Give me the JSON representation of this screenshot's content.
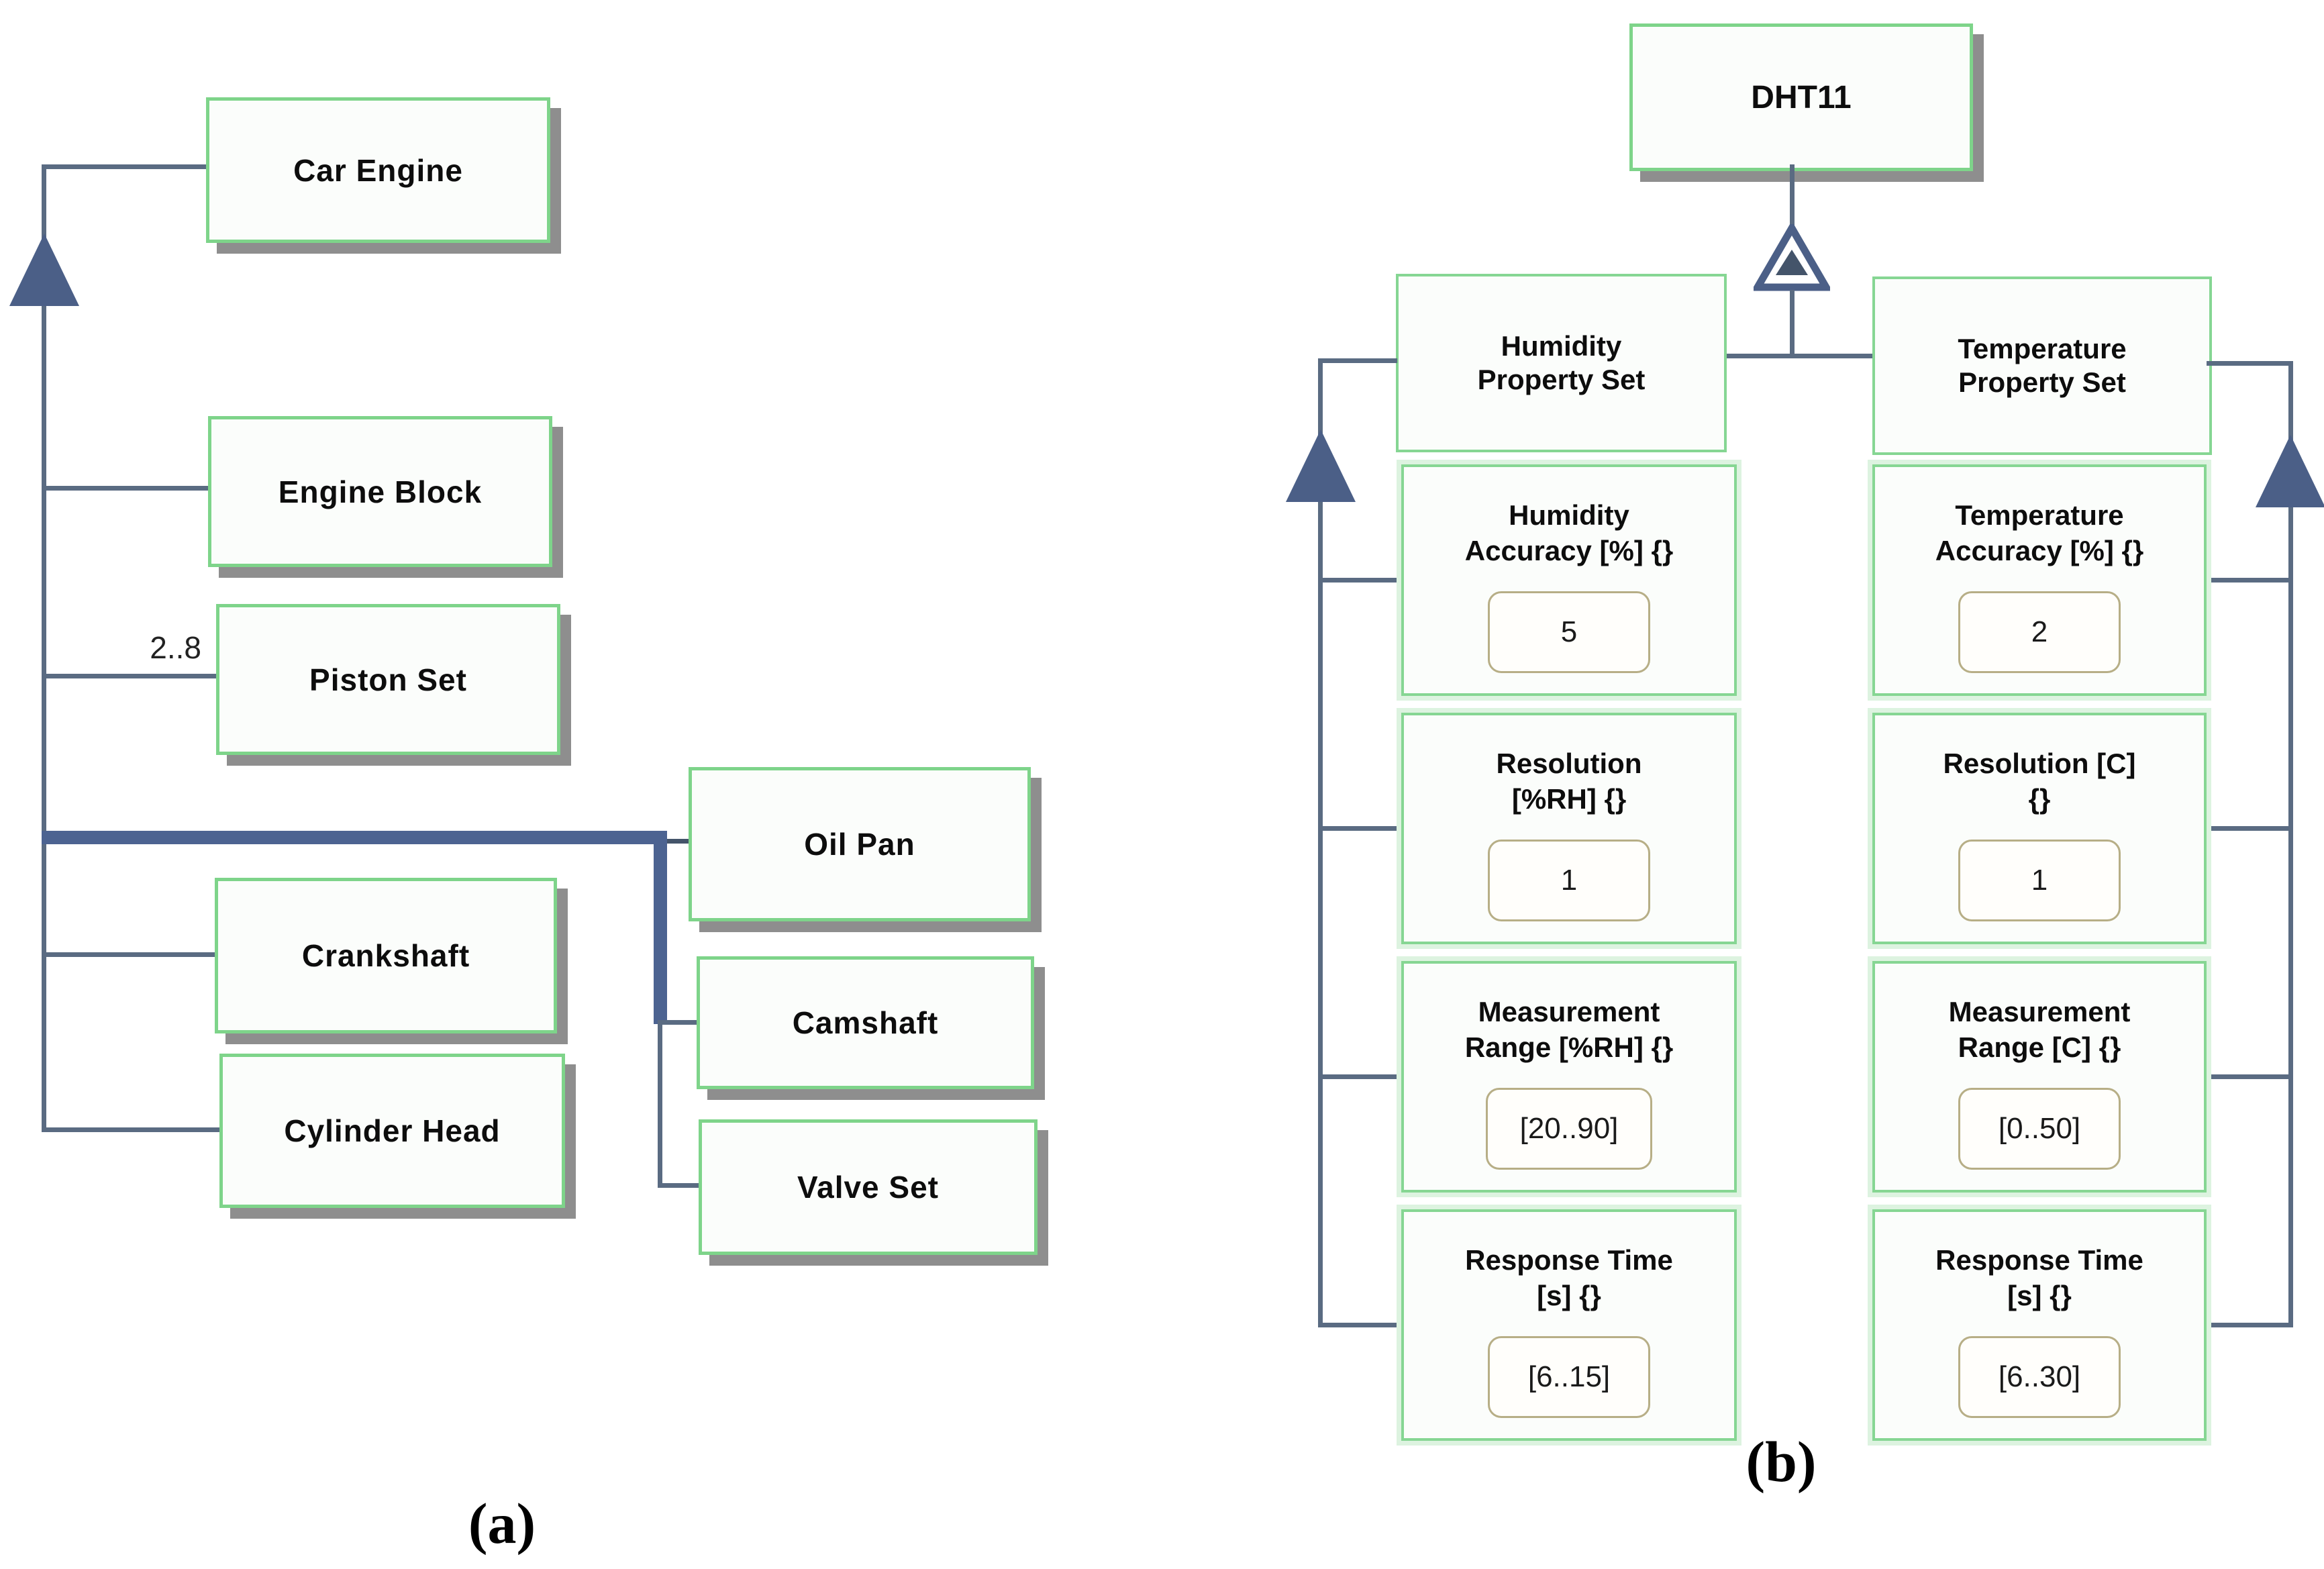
{
  "colors": {
    "box_border_green": "#7ed48a",
    "box_fill": "#fbfdfb",
    "line_slate": "#5a6b82",
    "thick_bar_blue": "#4c6391",
    "arrow_fill": "#4b5f87",
    "pill_border_tan": "#b7ae86",
    "shadow_gray": "#8e8e8e"
  },
  "diagram_a": {
    "caption": "(a)",
    "multiplicity_label": "2..8",
    "boxes": [
      {
        "label": "Car Engine"
      },
      {
        "label": "Engine Block"
      },
      {
        "label": "Piston Set"
      },
      {
        "label": "Crankshaft"
      },
      {
        "label": "Cylinder Head"
      },
      {
        "label": "Oil Pan"
      },
      {
        "label": "Camshaft"
      },
      {
        "label": "Valve Set"
      }
    ]
  },
  "diagram_b": {
    "caption": "(b)",
    "root": {
      "label": "DHT11"
    },
    "humidity": {
      "set_label": "Humidity\nProperty Set",
      "properties": [
        {
          "title": "Humidity\nAccuracy [%] {}",
          "value": "5"
        },
        {
          "title": "Resolution\n[%RH] {}",
          "value": "1"
        },
        {
          "title": "Measurement\nRange [%RH] {}",
          "value": "[20..90]"
        },
        {
          "title": "Response Time\n[s] {}",
          "value": "[6..15]"
        }
      ]
    },
    "temperature": {
      "set_label": "Temperature\nProperty Set",
      "properties": [
        {
          "title": "Temperature\nAccuracy [%] {}",
          "value": "2"
        },
        {
          "title": "Resolution [C]\n{}",
          "value": "1"
        },
        {
          "title": "Measurement\nRange [C] {}",
          "value": "[0..50]"
        },
        {
          "title": "Response Time\n[s] {}",
          "value": "[6..30]"
        }
      ]
    }
  }
}
